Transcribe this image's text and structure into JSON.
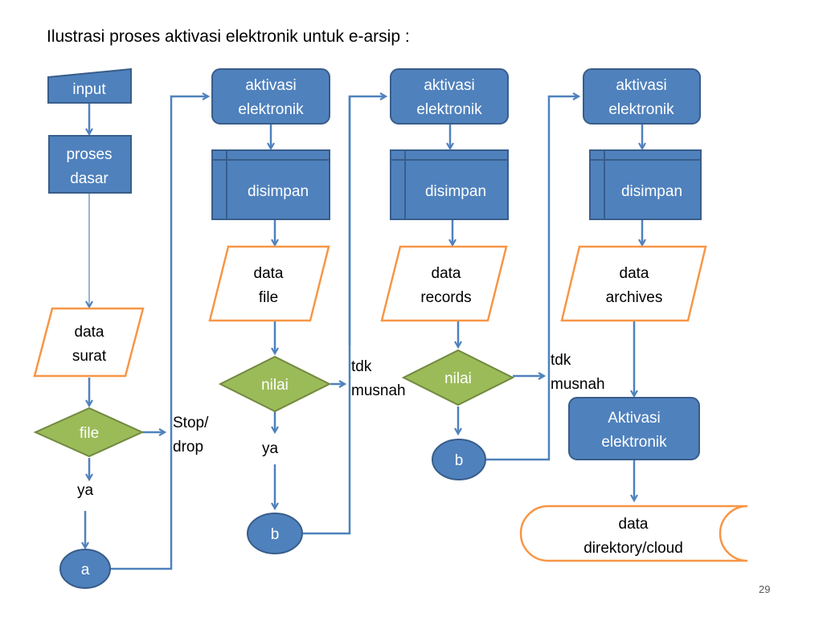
{
  "title": "Ilustrasi proses aktivasi elektronik untuk e-arsip :",
  "page_number": "29",
  "colors": {
    "blue_fill": "#4f81bd",
    "blue_stroke": "#385d8a",
    "orange_stroke": "#f79646",
    "green_fill": "#9bbb59",
    "green_stroke": "#71893f",
    "connector": "#4f81bd"
  },
  "nodes": {
    "input": [
      "input"
    ],
    "proses_dasar": [
      "proses",
      "dasar"
    ],
    "data_surat": [
      "data",
      "surat"
    ],
    "file": [
      "file"
    ],
    "a": [
      "a"
    ],
    "aktivasi_1": [
      "aktivasi",
      "elektronik"
    ],
    "disimpan_1": [
      "disimpan"
    ],
    "data_file": [
      "data",
      "file"
    ],
    "nilai_1": [
      "nilai"
    ],
    "b_1": [
      "b"
    ],
    "aktivasi_2": [
      "aktivasi",
      "elektronik"
    ],
    "disimpan_2": [
      "disimpan"
    ],
    "data_records": [
      "data",
      "records"
    ],
    "nilai_2": [
      "nilai"
    ],
    "b_2": [
      "b"
    ],
    "aktivasi_3": [
      "aktivasi",
      "elektronik"
    ],
    "disimpan_3": [
      "disimpan"
    ],
    "data_archives": [
      "data",
      "archives"
    ],
    "aktivasi_final": [
      "Aktivasi",
      "elektronik"
    ],
    "data_cloud": [
      "data",
      "direktory/cloud"
    ]
  },
  "labels": {
    "ya_1": "ya",
    "stop_drop": [
      "Stop/",
      "drop"
    ],
    "ya_2": "ya",
    "tdk_musnah_1": [
      "tdk",
      "musnah"
    ],
    "tdk_musnah_2": [
      "tdk",
      "musnah"
    ]
  }
}
